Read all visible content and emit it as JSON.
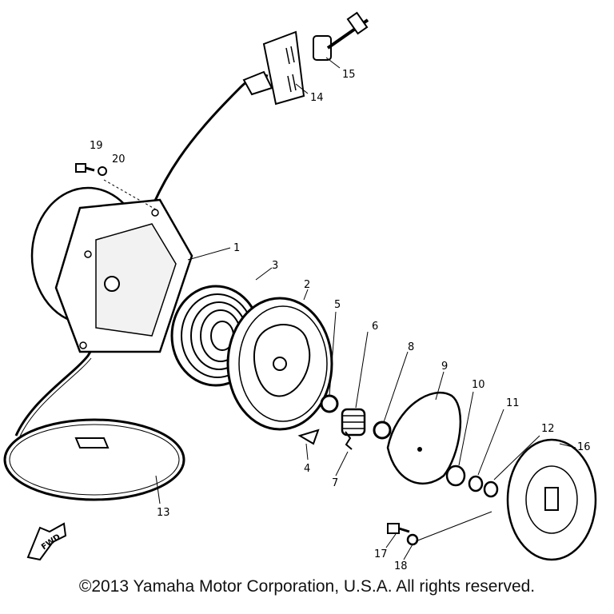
{
  "callouts": {
    "p1": "1",
    "p2": "2",
    "p3": "3",
    "p4": "4",
    "p5": "5",
    "p6": "6",
    "p7": "7",
    "p8": "8",
    "p9": "9",
    "p10": "10",
    "p11": "11",
    "p12": "12",
    "p13": "13",
    "p14": "14",
    "p15": "15",
    "p16": "16",
    "p17": "17",
    "p18": "18",
    "p19": "19",
    "p20": "20"
  },
  "fwd_label": "FWD",
  "copyright": "©2013 Yamaha Motor Corporation, U.S.A. All rights reserved."
}
